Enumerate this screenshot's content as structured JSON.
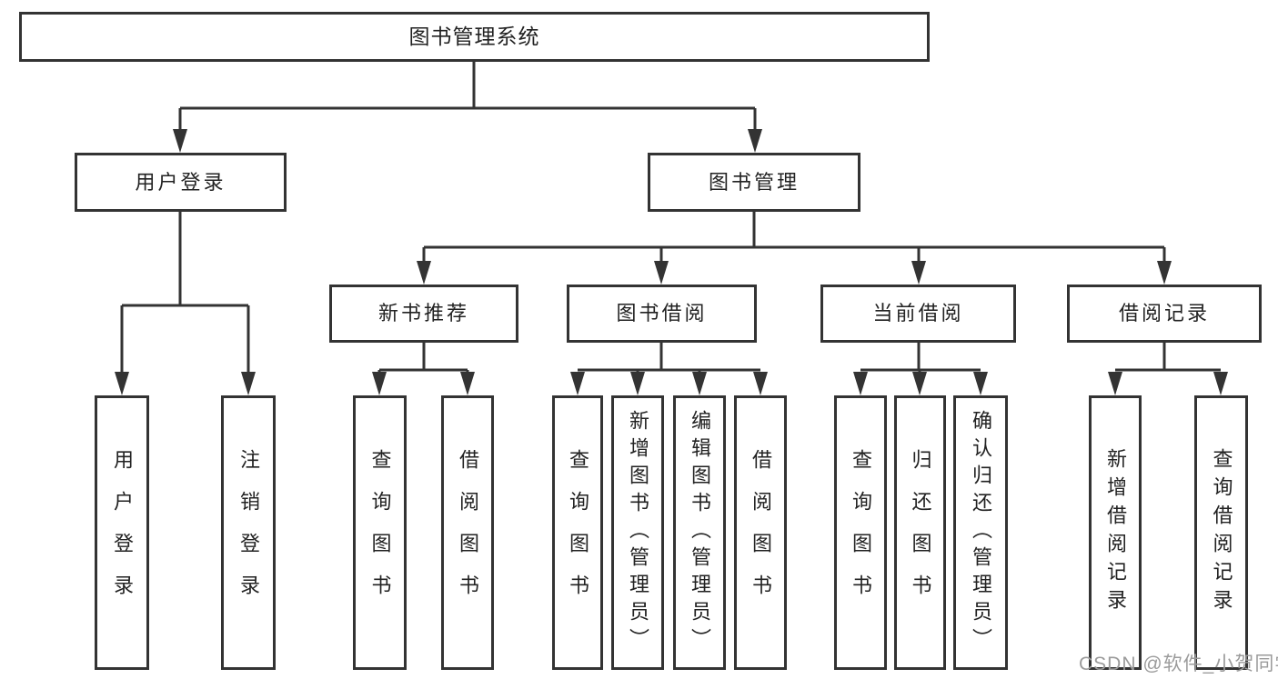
{
  "tree": {
    "label": "图书管理系统",
    "children": [
      {
        "label": "用户登录",
        "children": [
          {
            "label": "用户登录"
          },
          {
            "label": "注销登录"
          }
        ]
      },
      {
        "label": "图书管理",
        "children": [
          {
            "label": "新书推荐",
            "children": [
              {
                "label": "查询图书"
              },
              {
                "label": "借阅图书"
              }
            ]
          },
          {
            "label": "图书借阅",
            "children": [
              {
                "label": "查询图书"
              },
              {
                "label": "新增图书（管理员）"
              },
              {
                "label": "编辑图书（管理员）"
              },
              {
                "label": "借阅图书"
              }
            ]
          },
          {
            "label": "当前借阅",
            "children": [
              {
                "label": "查询图书"
              },
              {
                "label": "归还图书"
              },
              {
                "label": "确认归还（管理员）"
              }
            ]
          },
          {
            "label": "借阅记录",
            "children": [
              {
                "label": "新增借阅记录"
              },
              {
                "label": "查询借阅记录"
              }
            ]
          }
        ]
      }
    ]
  },
  "watermark": "CSDN @软件_小贺同学",
  "colors": {
    "line": "#333333",
    "box_border": "#333333",
    "box_fill": "#ffffff",
    "text": "#222222",
    "watermark_text": "#9b9b9b",
    "background": "#ffffff"
  }
}
